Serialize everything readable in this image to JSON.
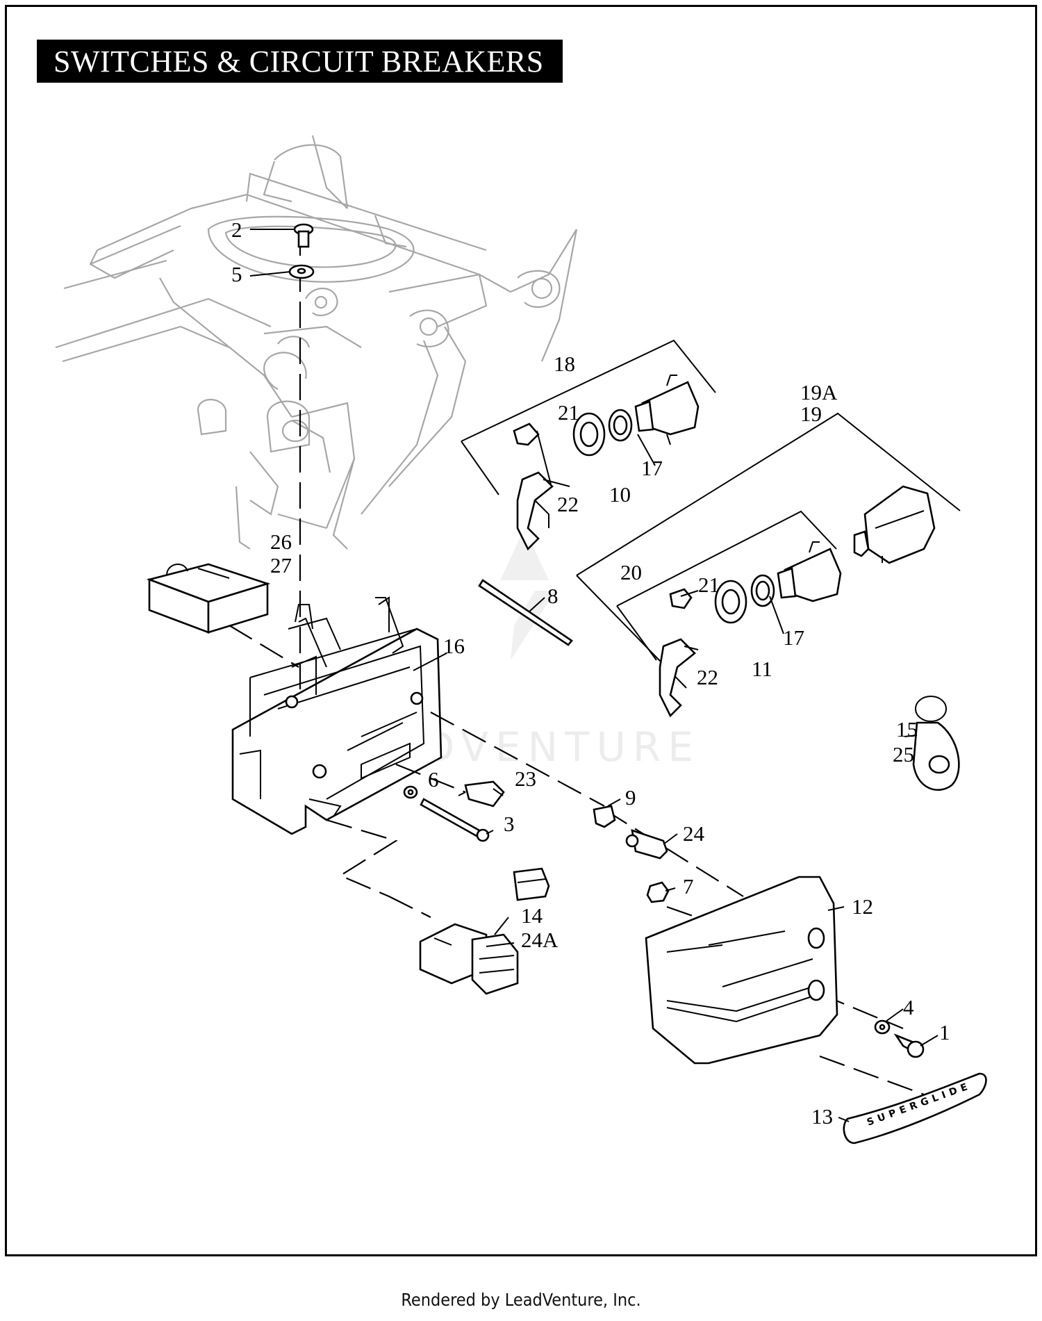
{
  "title": "SWITCHES & CIRCUIT BREAKERS",
  "footer": "Rendered by LeadVenture, Inc.",
  "watermark": "ADVENTURE",
  "callouts": {
    "c1": "1",
    "c2": "2",
    "c3": "3",
    "c4": "4",
    "c5": "5",
    "c6": "6",
    "c7": "7",
    "c8": "8",
    "c9": "9",
    "c10": "10",
    "c11": "11",
    "c12": "12",
    "c13": "13",
    "c14": "14",
    "c24a": "24A",
    "c15": "15",
    "c25": "25",
    "c16": "16",
    "c17a": "17",
    "c17b": "17",
    "c18": "18",
    "c19a": "19A",
    "c19": "19",
    "c20": "20",
    "c21a": "21",
    "c21b": "21",
    "c22a": "22",
    "c22b": "22",
    "c23": "23",
    "c24": "24",
    "c26": "26",
    "c27": "27"
  },
  "cover_lettering": "SUPERGLIDE",
  "colors": {
    "ink": "#000000",
    "frame": "#a6a6a6",
    "background": "#ffffff"
  }
}
